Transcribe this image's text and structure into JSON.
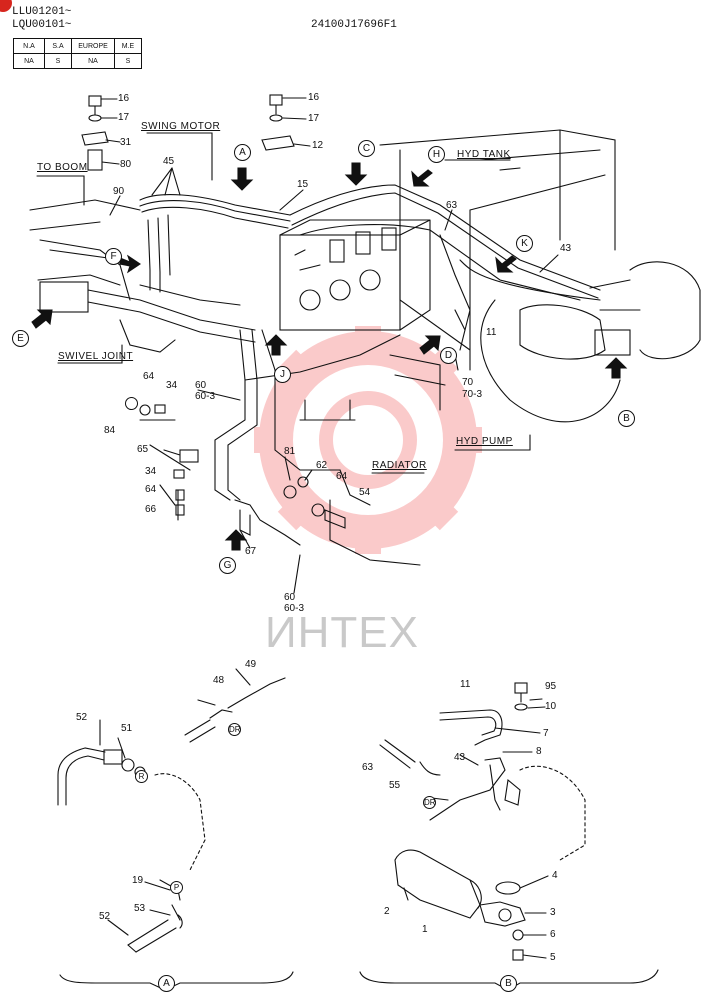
{
  "header": {
    "serial_line_1": "LLU01201~",
    "serial_line_2": "LQU00101~",
    "drawing_code": "24100J17696F1"
  },
  "spec_table": {
    "headers": [
      "N.A",
      "S.A",
      "EUROPE",
      "M.E"
    ],
    "values": [
      "NA",
      "S",
      "NA",
      "S"
    ]
  },
  "labels": {
    "swing_motor": "SWING MOTOR",
    "to_boom": "TO BOOM",
    "hyd_tank": "HYD TANK",
    "swivel_joint": "SWIVEL JOINT",
    "hyd_pump": "HYD PUMP",
    "radiator": "RADIATOR"
  },
  "view_letters": {
    "a": "A",
    "b": "B",
    "c": "C",
    "d": "D",
    "e": "E",
    "f": "F",
    "g": "G",
    "h": "H",
    "j": "J",
    "k": "K"
  },
  "detail_letters": {
    "p": "P",
    "r": "R",
    "dr_a": "DR",
    "dr_b": "DR"
  },
  "detail_titles": {
    "a": "A",
    "b": "B"
  },
  "parts": {
    "p16a": "16",
    "p17a": "17",
    "p31": "31",
    "p80": "80",
    "p45": "45",
    "p90": "90",
    "p16b": "16",
    "p17b": "17",
    "p12": "12",
    "p15": "15",
    "p63a": "63",
    "p43a": "43",
    "p11a": "11",
    "p70": "70",
    "p70_3": "70-3",
    "p64a": "64",
    "p34a": "34",
    "p60a": "60",
    "p60_3a": "60-3",
    "p84": "84",
    "p65": "65",
    "p34b": "34",
    "p64b": "64",
    "p66": "66",
    "p81": "81",
    "p62": "62",
    "p64c": "64",
    "p54": "54",
    "p67": "67",
    "p60b": "60",
    "p60_3b": "60-3",
    "p49": "49",
    "p48": "48",
    "p52a": "52",
    "p51": "51",
    "p19": "19",
    "p53": "53",
    "p52b": "52",
    "p11b": "11",
    "p95": "95",
    "p10": "10",
    "p7": "7",
    "p8": "8",
    "p43b": "43",
    "p63b": "63",
    "p55": "55",
    "p4": "4",
    "p2": "2",
    "p1": "1",
    "p3": "3",
    "p6": "6",
    "p5": "5"
  },
  "watermark": {
    "text": "ИНТЕХ",
    "color": "#f26a6a"
  },
  "colors": {
    "badge": "#d7261e",
    "ink": "#111111"
  }
}
